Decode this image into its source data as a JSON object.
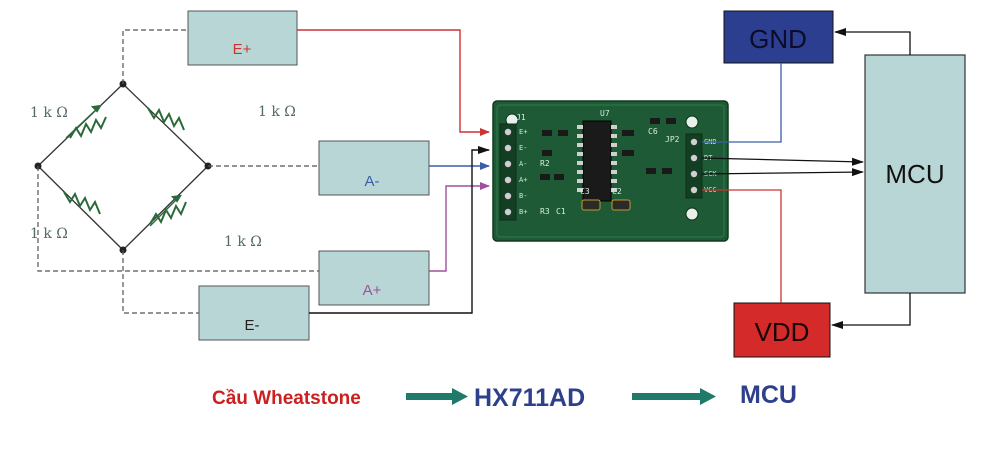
{
  "bridge": {
    "resistor_labels": [
      "1 k Ω",
      "1 k Ω",
      "1 k Ω",
      "1 k Ω"
    ]
  },
  "signals": {
    "e_plus": "E+",
    "a_minus": "A-",
    "a_plus": "A+",
    "e_minus": "E-"
  },
  "module": {
    "left_pins": [
      "E+",
      "E-",
      "A-",
      "A+",
      "B-",
      "B+"
    ],
    "right_pins": [
      "GND",
      "DT",
      "SCK",
      "VCC"
    ],
    "parts": [
      "J1",
      "U7",
      "JP2",
      "C6",
      "R3",
      "R2",
      "C1",
      "C2",
      "C3"
    ]
  },
  "power": {
    "gnd": "GND",
    "vdd": "VDD"
  },
  "mcu": {
    "label": "MCU"
  },
  "flow": {
    "step1": "Cầu Wheatstone",
    "step2": "HX711AD",
    "step3": "MCU"
  },
  "colors": {
    "signal_box": "#b8d6d6",
    "gnd_box": "#2c3e8f",
    "vdd_box": "#d42a2a",
    "mcu_box": "#b8d6d6",
    "pcb": "#1e5a35",
    "wire_red": "#cc3333",
    "wire_blue": "#3a5fa8",
    "wire_purple": "#a0509a",
    "flow_red": "#cc1f1f",
    "flow_blue": "#2e3f8c",
    "flow_arrow": "#1f7a6a"
  }
}
